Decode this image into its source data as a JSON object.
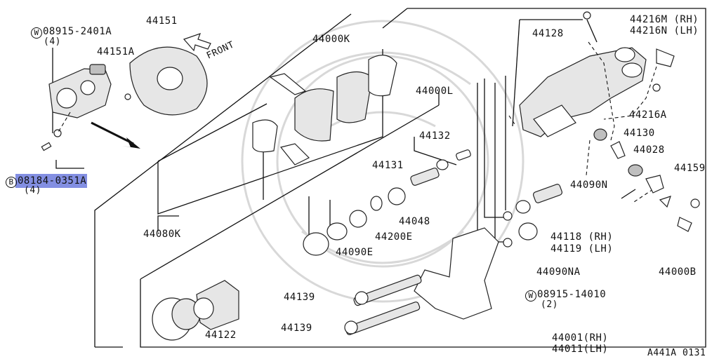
{
  "diagram": {
    "code": "A441A 0131",
    "front_label": "FRONT",
    "callouts": {
      "w_top": {
        "mark": "W",
        "text": "08915-2401A",
        "qty": "(4)"
      },
      "p44151": "44151",
      "p44151a": "44151A",
      "b_bolt": {
        "mark": "B",
        "text": "08184-0351A",
        "qty": "(4)"
      },
      "p44000k": "44000K",
      "p44080k": "44080K",
      "p44000l": "44000L",
      "p44128": "44128",
      "p44216m": "44216M (RH)",
      "p44216n": "44216N (LH)",
      "p44216a": "44216A",
      "p44130": "44130",
      "p44028": "44028",
      "p44159": "44159",
      "p44132": "44132",
      "p44131": "44131",
      "p44090n": "44090N",
      "p44048": "44048",
      "p44200e": "44200E",
      "p44090e": "44090E",
      "p44118": "44118 (RH)",
      "p44119": "44119 (LH)",
      "p44090na": "44090NA",
      "p44000b": "44000B",
      "w_bottom": {
        "mark": "W",
        "text": "08915-14010",
        "qty": "(2)"
      },
      "p44139a": "44139",
      "p44139b": "44139",
      "p44122": "44122",
      "p44001": "44001(RH)",
      "p44011": "44011(LH)"
    }
  }
}
